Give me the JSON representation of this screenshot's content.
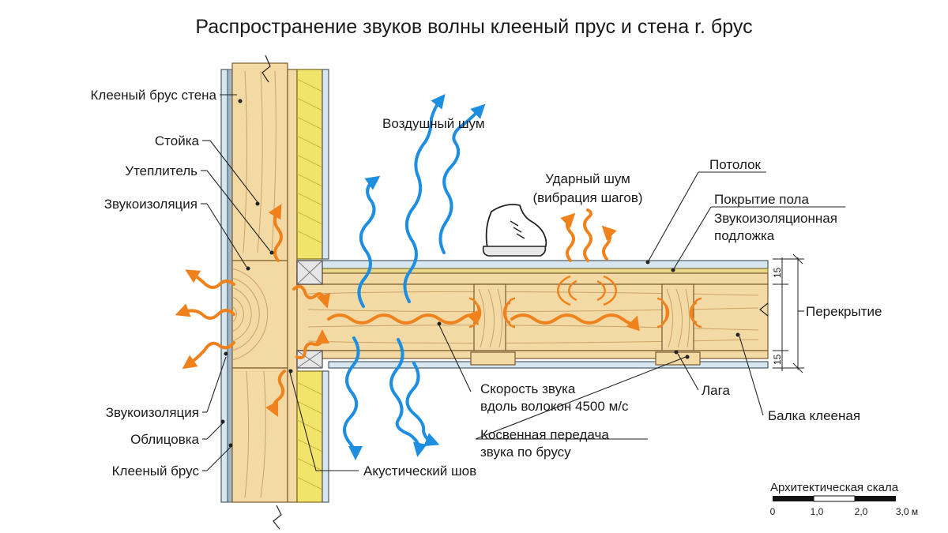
{
  "title": "Распространение  звуков волны  клееный прус и стена r. брус",
  "labels": {
    "glued_beam_wall": "Клееный брус стена",
    "post": "Стойка",
    "insulation": "Утеплитель",
    "soundproof_top": "Звукоизоляция",
    "airborne_noise": "Воздушный шум",
    "impact_noise_1": "Ударный шум",
    "impact_noise_2": "(вибрация шагов)",
    "ceiling": "Потолок",
    "floor_covering": "Покрытие пола",
    "underlay_1": "Звукоизоляционная",
    "underlay_2": "подложка",
    "floor_slab": "Перекрытие",
    "dim_top": "15",
    "dim_bottom": "15",
    "sound_speed_1": "Скорость звука",
    "sound_speed_2": "вдоль волокон 4500 м/с",
    "indirect_1": "Косвенная передача",
    "indirect_2": "звука по брусу",
    "joist": "Лага",
    "glued_girder": "Балка клееная",
    "soundproof_bottom": "Звукоизоляция",
    "cladding": "Облицовка",
    "glued_beam": "Клееный брус",
    "acoustic_seam": "Акустический шов"
  },
  "scale": {
    "title": "Архитектическая скала",
    "ticks": [
      "0",
      "1,0",
      "2,0",
      "3,0 м"
    ]
  }
}
